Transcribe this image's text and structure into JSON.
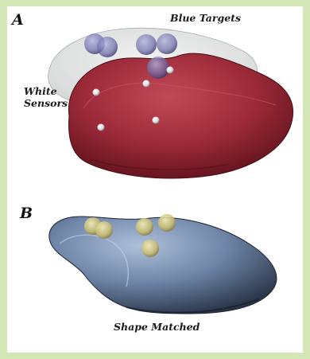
{
  "panel_a": {
    "letter": "A",
    "label_targets": "Blue Targets",
    "label_sensors_line1": "White",
    "label_sensors_line2": "Sensors"
  },
  "panel_b": {
    "letter": "B",
    "label_caption": "Shape Matched"
  },
  "colors": {
    "frame": "#d4e6b5",
    "red_shape": "#9c2a38",
    "ghost_shape": "#c9cbcb",
    "blue_target": "#6a6aa8",
    "white_sensor": "#f2f2f2",
    "blue_shape": "#6f86a8",
    "yellow_target": "#d8cf87"
  }
}
